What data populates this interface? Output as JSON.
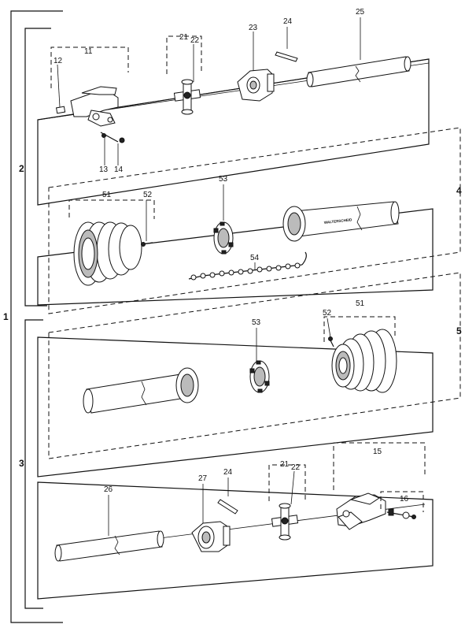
{
  "assemblies": {
    "complete": "1",
    "half_upper": "2",
    "half_lower": "3",
    "guard_upper": "4",
    "guard_lower": "5"
  },
  "part_numbers": {
    "yoke_upper": "11",
    "yoke_bolt_upper": "12",
    "yoke_screw": "13",
    "yoke_nut": "14",
    "yoke_lower": "15",
    "yoke_bolt_lower": "16",
    "cross_upper_a": "21",
    "cross_upper_b": "22",
    "cross_lower_a": "21",
    "cross_lower_b": "22",
    "spring_pin_upper": "24",
    "spring_pin_lower": "24",
    "inner_yoke_upper": "23",
    "tube_upper": "25",
    "tube_lower": "26",
    "inner_yoke_lower": "27",
    "guard_cone_upper": "51",
    "guard_cone_lower": "51",
    "guard_screw_upper": "52",
    "guard_screw_lower": "52",
    "bearing_ring_upper": "53",
    "bearing_ring_lower": "53",
    "chain": "54"
  },
  "brand_text": "WALTERSCHEID"
}
